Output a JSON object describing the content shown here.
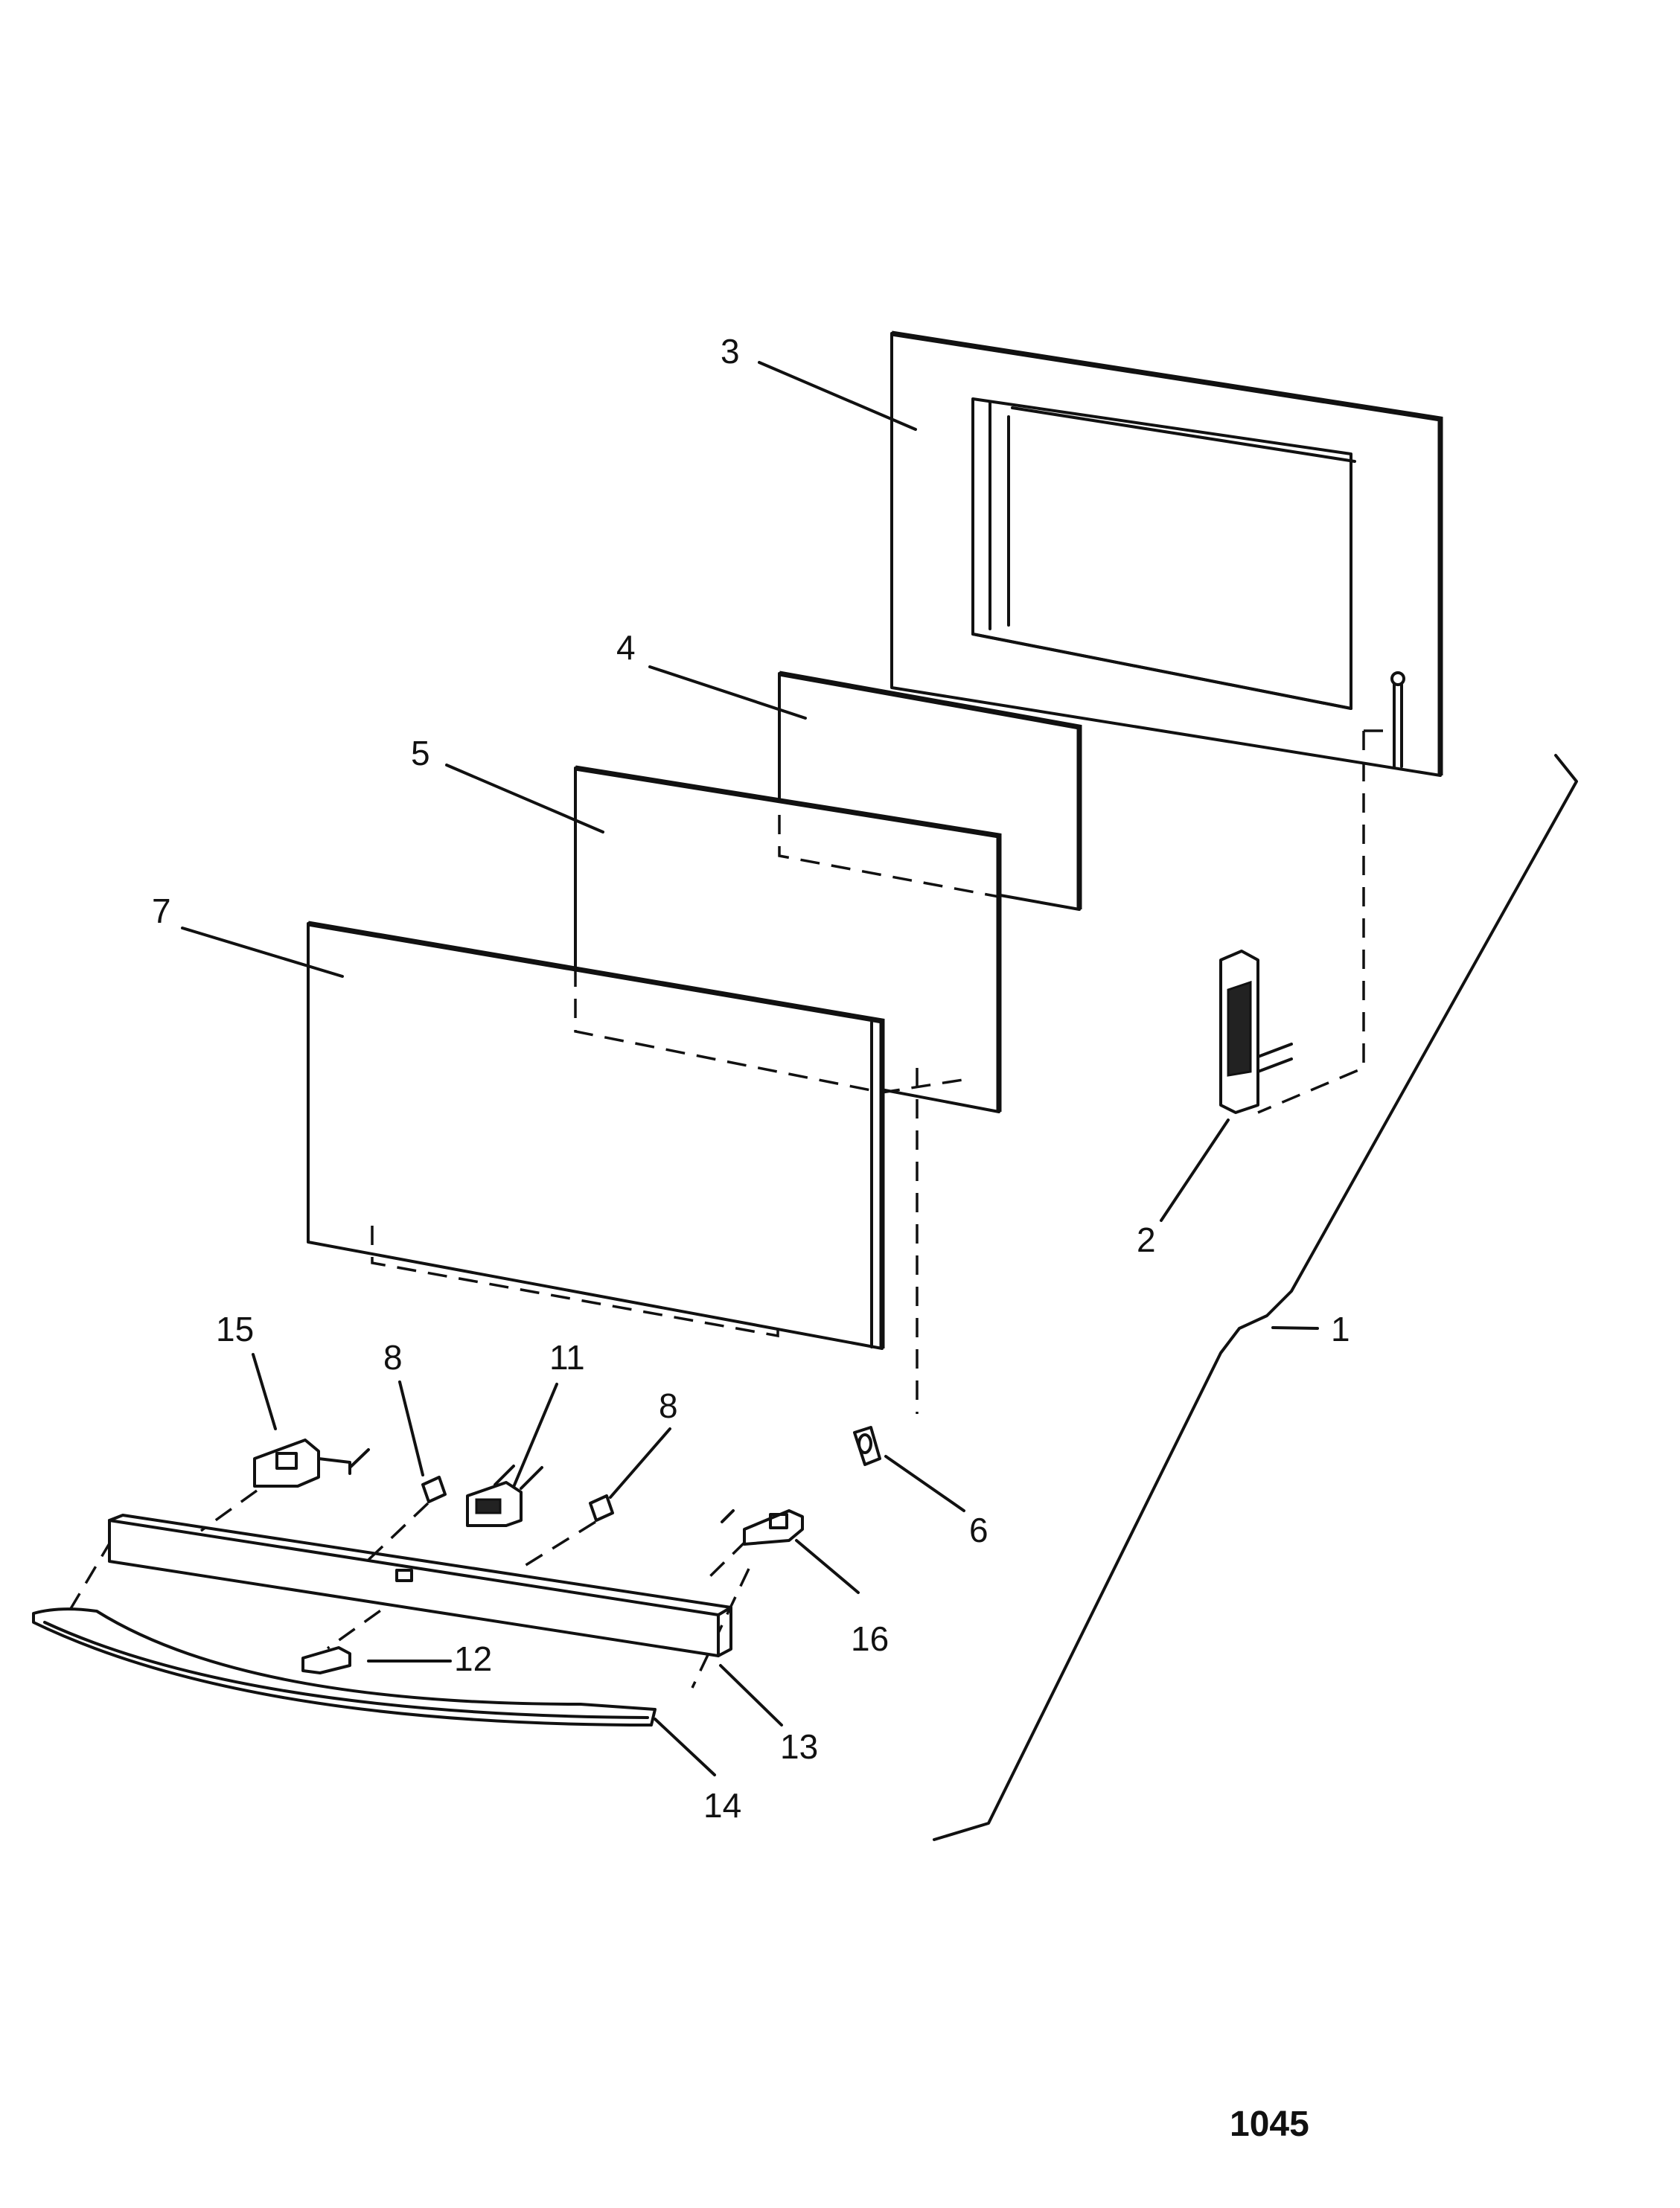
{
  "callouts": [
    "1",
    "2",
    "3",
    "4",
    "5",
    "6",
    "7",
    "8",
    "8",
    "11",
    "12",
    "13",
    "14",
    "15",
    "16"
  ],
  "page_ref": "1045"
}
